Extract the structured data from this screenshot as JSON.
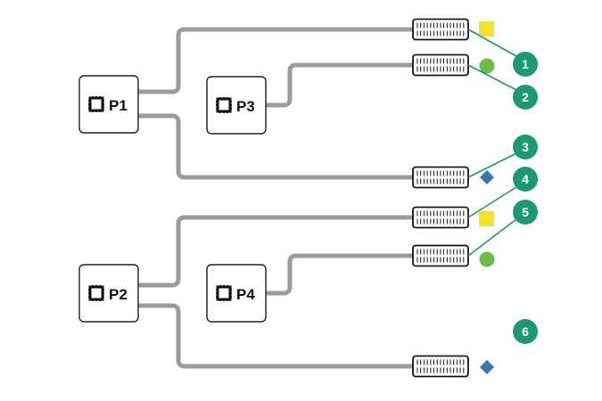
{
  "colors": {
    "cable": "#9b9b9b",
    "callout": "#1a9a72",
    "marker_square": "#f3e12a",
    "marker_circle": "#6cbd45",
    "marker_diamond": "#3a74b8"
  },
  "processors": {
    "p1": {
      "label": "P1",
      "icon": "chip-icon"
    },
    "p2": {
      "label": "P2",
      "icon": "chip-icon"
    },
    "p3": {
      "label": "P3",
      "icon": "chip-icon"
    },
    "p4": {
      "label": "P4",
      "icon": "chip-icon"
    }
  },
  "connectors": [
    {
      "callout": "1",
      "marker": "square"
    },
    {
      "callout": "2",
      "marker": "circle"
    },
    {
      "callout": "3",
      "marker": "diamond"
    },
    {
      "callout": "4",
      "marker": "square"
    },
    {
      "callout": "5",
      "marker": "circle"
    },
    {
      "callout": "6",
      "marker": "diamond"
    }
  ]
}
